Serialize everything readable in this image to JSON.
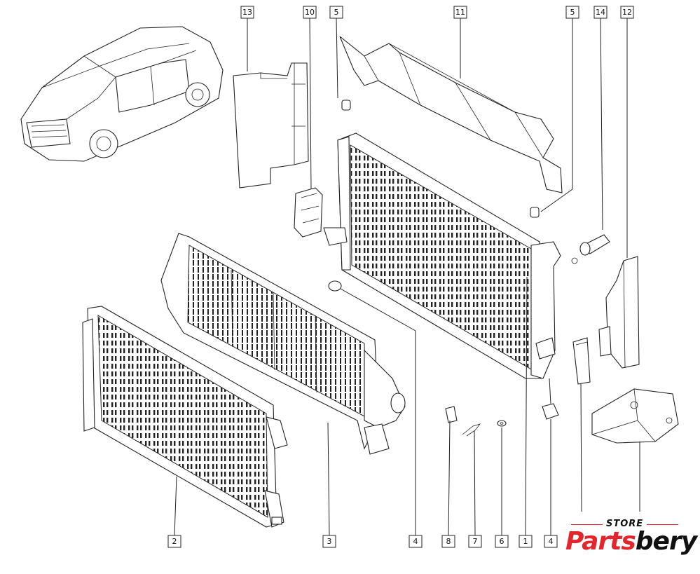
{
  "callouts": {
    "c13": "13",
    "c10": "10",
    "c5a": "5",
    "c11": "11",
    "c5b": "5",
    "c14": "14",
    "c12": "12",
    "c2": "2",
    "c3": "3",
    "c4a": "4",
    "c8": "8",
    "c7": "7",
    "c6": "6",
    "c1": "1",
    "c4b": "4"
  },
  "logo": {
    "store": "STORE",
    "brand_part1": "Parts",
    "brand_part2": "bery",
    "brand_color": "#e3262d"
  }
}
